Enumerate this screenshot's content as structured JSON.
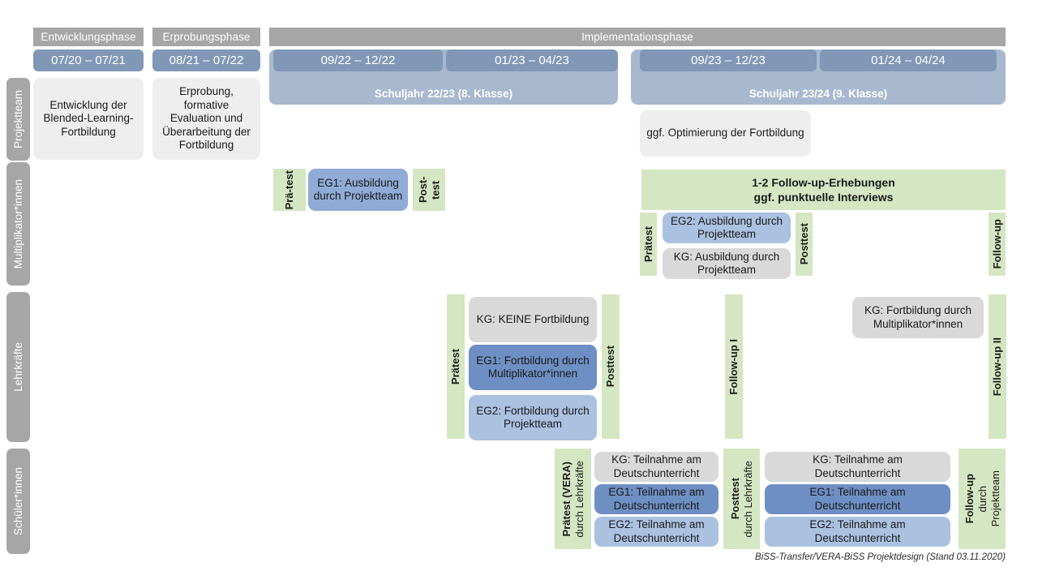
{
  "diagram": {
    "footnote": "BiSS-Transfer/VERA-BiSS Projektdesign (Stand 03.11.2020)",
    "colors": {
      "grey_header": "#a6a6a6",
      "period_blue": "#8098b5",
      "schoolyear_blue": "#a8b8cf",
      "green": "#d5e6c3",
      "grey_light": "#eeeeee",
      "grey_med": "#d9d9d9",
      "blue_dark": "#6e8fc4",
      "blue_med": "#8fabd6",
      "blue_light": "#aac1e0"
    }
  },
  "phases": {
    "entwicklung": "Entwicklungsphase",
    "erprobung": "Erprobungsphase",
    "implementation": "Implementationsphase"
  },
  "periods": {
    "p1": "07/20 – 07/21",
    "p2": "08/21 – 07/22",
    "p3": "09/22 – 12/22",
    "p4": "01/23 – 04/23",
    "p5": "09/23 – 12/23",
    "p6": "01/24 – 04/24"
  },
  "schoolyears": {
    "sy1": "Schuljahr 22/23 (8. Klasse)",
    "sy2": "Schuljahr 23/24 (9. Klasse)"
  },
  "rows": {
    "projektteam": "Projektteam",
    "multiplikatoren": "Multiplikator*innen",
    "lehrkraefte": "Lehrkräfte",
    "schueler": "Schüler*innen"
  },
  "projektteam": {
    "card1": "Entwicklung der Blended-Learning-Fortbildung",
    "card2": "Erprobung, formative Evaluation und Überarbeitung der Fortbildung",
    "card3": "ggf. Optimierung der Fortbildung"
  },
  "multiplikatoren": {
    "praetest_1": "Prä-test",
    "eg1": "EG1: Ausbildung durch Projektteam",
    "posttest_1": "Post-test",
    "followup_banner": "1-2 Follow-up-Erhebungen\nggf. punktuelle Interviews",
    "followup_banner_line1": "1-2 Follow-up-Erhebungen",
    "followup_banner_line2": "ggf. punktuelle Interviews",
    "praetest_2": "Prätest",
    "eg2": "EG2:  Ausbildung durch Projektteam",
    "kg": "KG: Ausbildung durch Projektteam",
    "posttest_2": "Posttest",
    "followup": "Follow-up"
  },
  "lehrkraefte": {
    "praetest": "Prätest",
    "kg": "KG:  KEINE Fortbildung",
    "eg1": "EG1: Fortbildung durch Multiplikator*innen",
    "eg2": "EG2: Fortbildung durch Projektteam",
    "posttest": "Posttest",
    "followup1": "Follow-up I",
    "kg_followup": "KG: Fortbildung durch Multiplikator*innen",
    "followup2": "Follow-up II"
  },
  "schueler": {
    "praetest_bold": "Prätest (VERA)",
    "praetest_sub": "durch Lehrkräfte",
    "kg_1": "KG: Teilnahme am Deutschunterricht",
    "eg1_1": "EG1: Teilnahme am Deutschunterricht",
    "eg2_1": "EG2: Teilnahme am Deutschunterricht",
    "posttest_bold": "Posttest",
    "posttest_sub": "durch Lehrkräfte",
    "kg_2": "KG: Teilnahme am Deutschunterricht",
    "eg1_2": "EG1: Teilnahme am Deutschunterricht",
    "eg2_2": "EG2: Teilnahme am Deutschunterricht",
    "followup_bold": "Follow-up",
    "followup_sub1": "durch",
    "followup_sub2": "Projektteam"
  }
}
